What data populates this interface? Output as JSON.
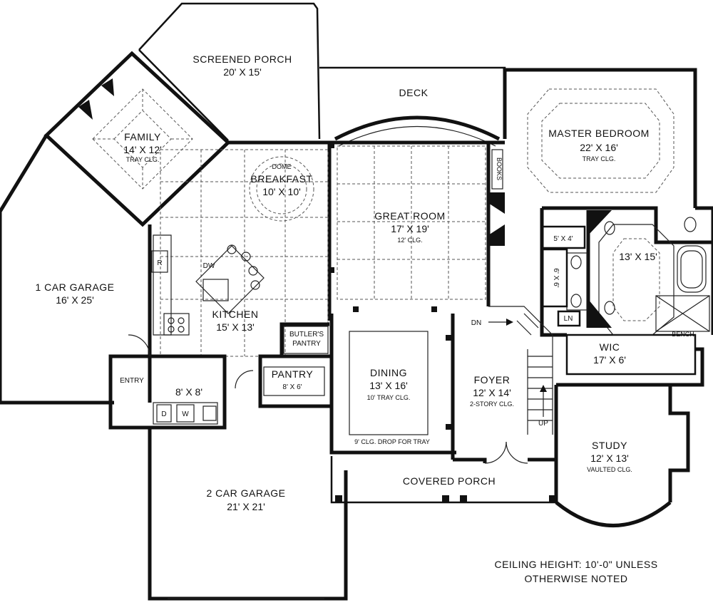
{
  "rooms": {
    "screened_porch": {
      "name": "SCREENED PORCH",
      "dim": "20' X 15'"
    },
    "deck": {
      "name": "DECK"
    },
    "family": {
      "name": "FAMILY",
      "dim": "14' X 12'",
      "note": "TRAY CLG."
    },
    "breakfast": {
      "name": "BREAKFAST",
      "dim": "10' X 10'",
      "note": "DOME"
    },
    "master_bedroom": {
      "name": "MASTER BEDROOM",
      "dim": "22' X 16'",
      "note": "TRAY CLG."
    },
    "great_room": {
      "name": "GREAT ROOM",
      "dim": "17' X 19'",
      "note": "12' CLG."
    },
    "one_car_garage": {
      "name": "1 CAR GARAGE",
      "dim": "16' X 25'"
    },
    "kitchen": {
      "name": "KITCHEN",
      "dim": "15' X 13'"
    },
    "dining": {
      "name": "DINING",
      "dim": "13' X 16'",
      "note": "10' TRAY CLG.",
      "note2": "9' CLG. DROP FOR TRAY"
    },
    "foyer": {
      "name": "FOYER",
      "dim": "12' X 14'",
      "note": "2-STORY CLG."
    },
    "entry": {
      "name": "ENTRY",
      "dim": "8' X 8'"
    },
    "pantry": {
      "name": "PANTRY",
      "dim": "8' X 6'"
    },
    "butlers_pantry": {
      "line1": "BUTLER'S",
      "line2": "PANTRY"
    },
    "covered_porch": {
      "name": "COVERED PORCH"
    },
    "two_car_garage": {
      "name": "2 CAR GARAGE",
      "dim": "21' X 21'"
    },
    "study": {
      "name": "STUDY",
      "dim": "12' X 13'",
      "note": "VAULTED CLG."
    },
    "wic": {
      "name": "WIC",
      "dim": "17' X 6'"
    },
    "bath": {
      "dim": "13' X 15'"
    },
    "closet_a": {
      "dim": "5' X 4'"
    },
    "closet_b": {
      "dim": "6' X 6'"
    }
  },
  "labels": {
    "books": "BOOKS",
    "ln": "LN",
    "bench": "BENCH",
    "dn": "DN",
    "up": "UP",
    "dw": "DW",
    "r": "R",
    "w": "W",
    "d": "D"
  },
  "ceiling_note": {
    "line1": "CEILING HEIGHT: 10'-0\" UNLESS",
    "line2": "OTHERWISE NOTED"
  }
}
